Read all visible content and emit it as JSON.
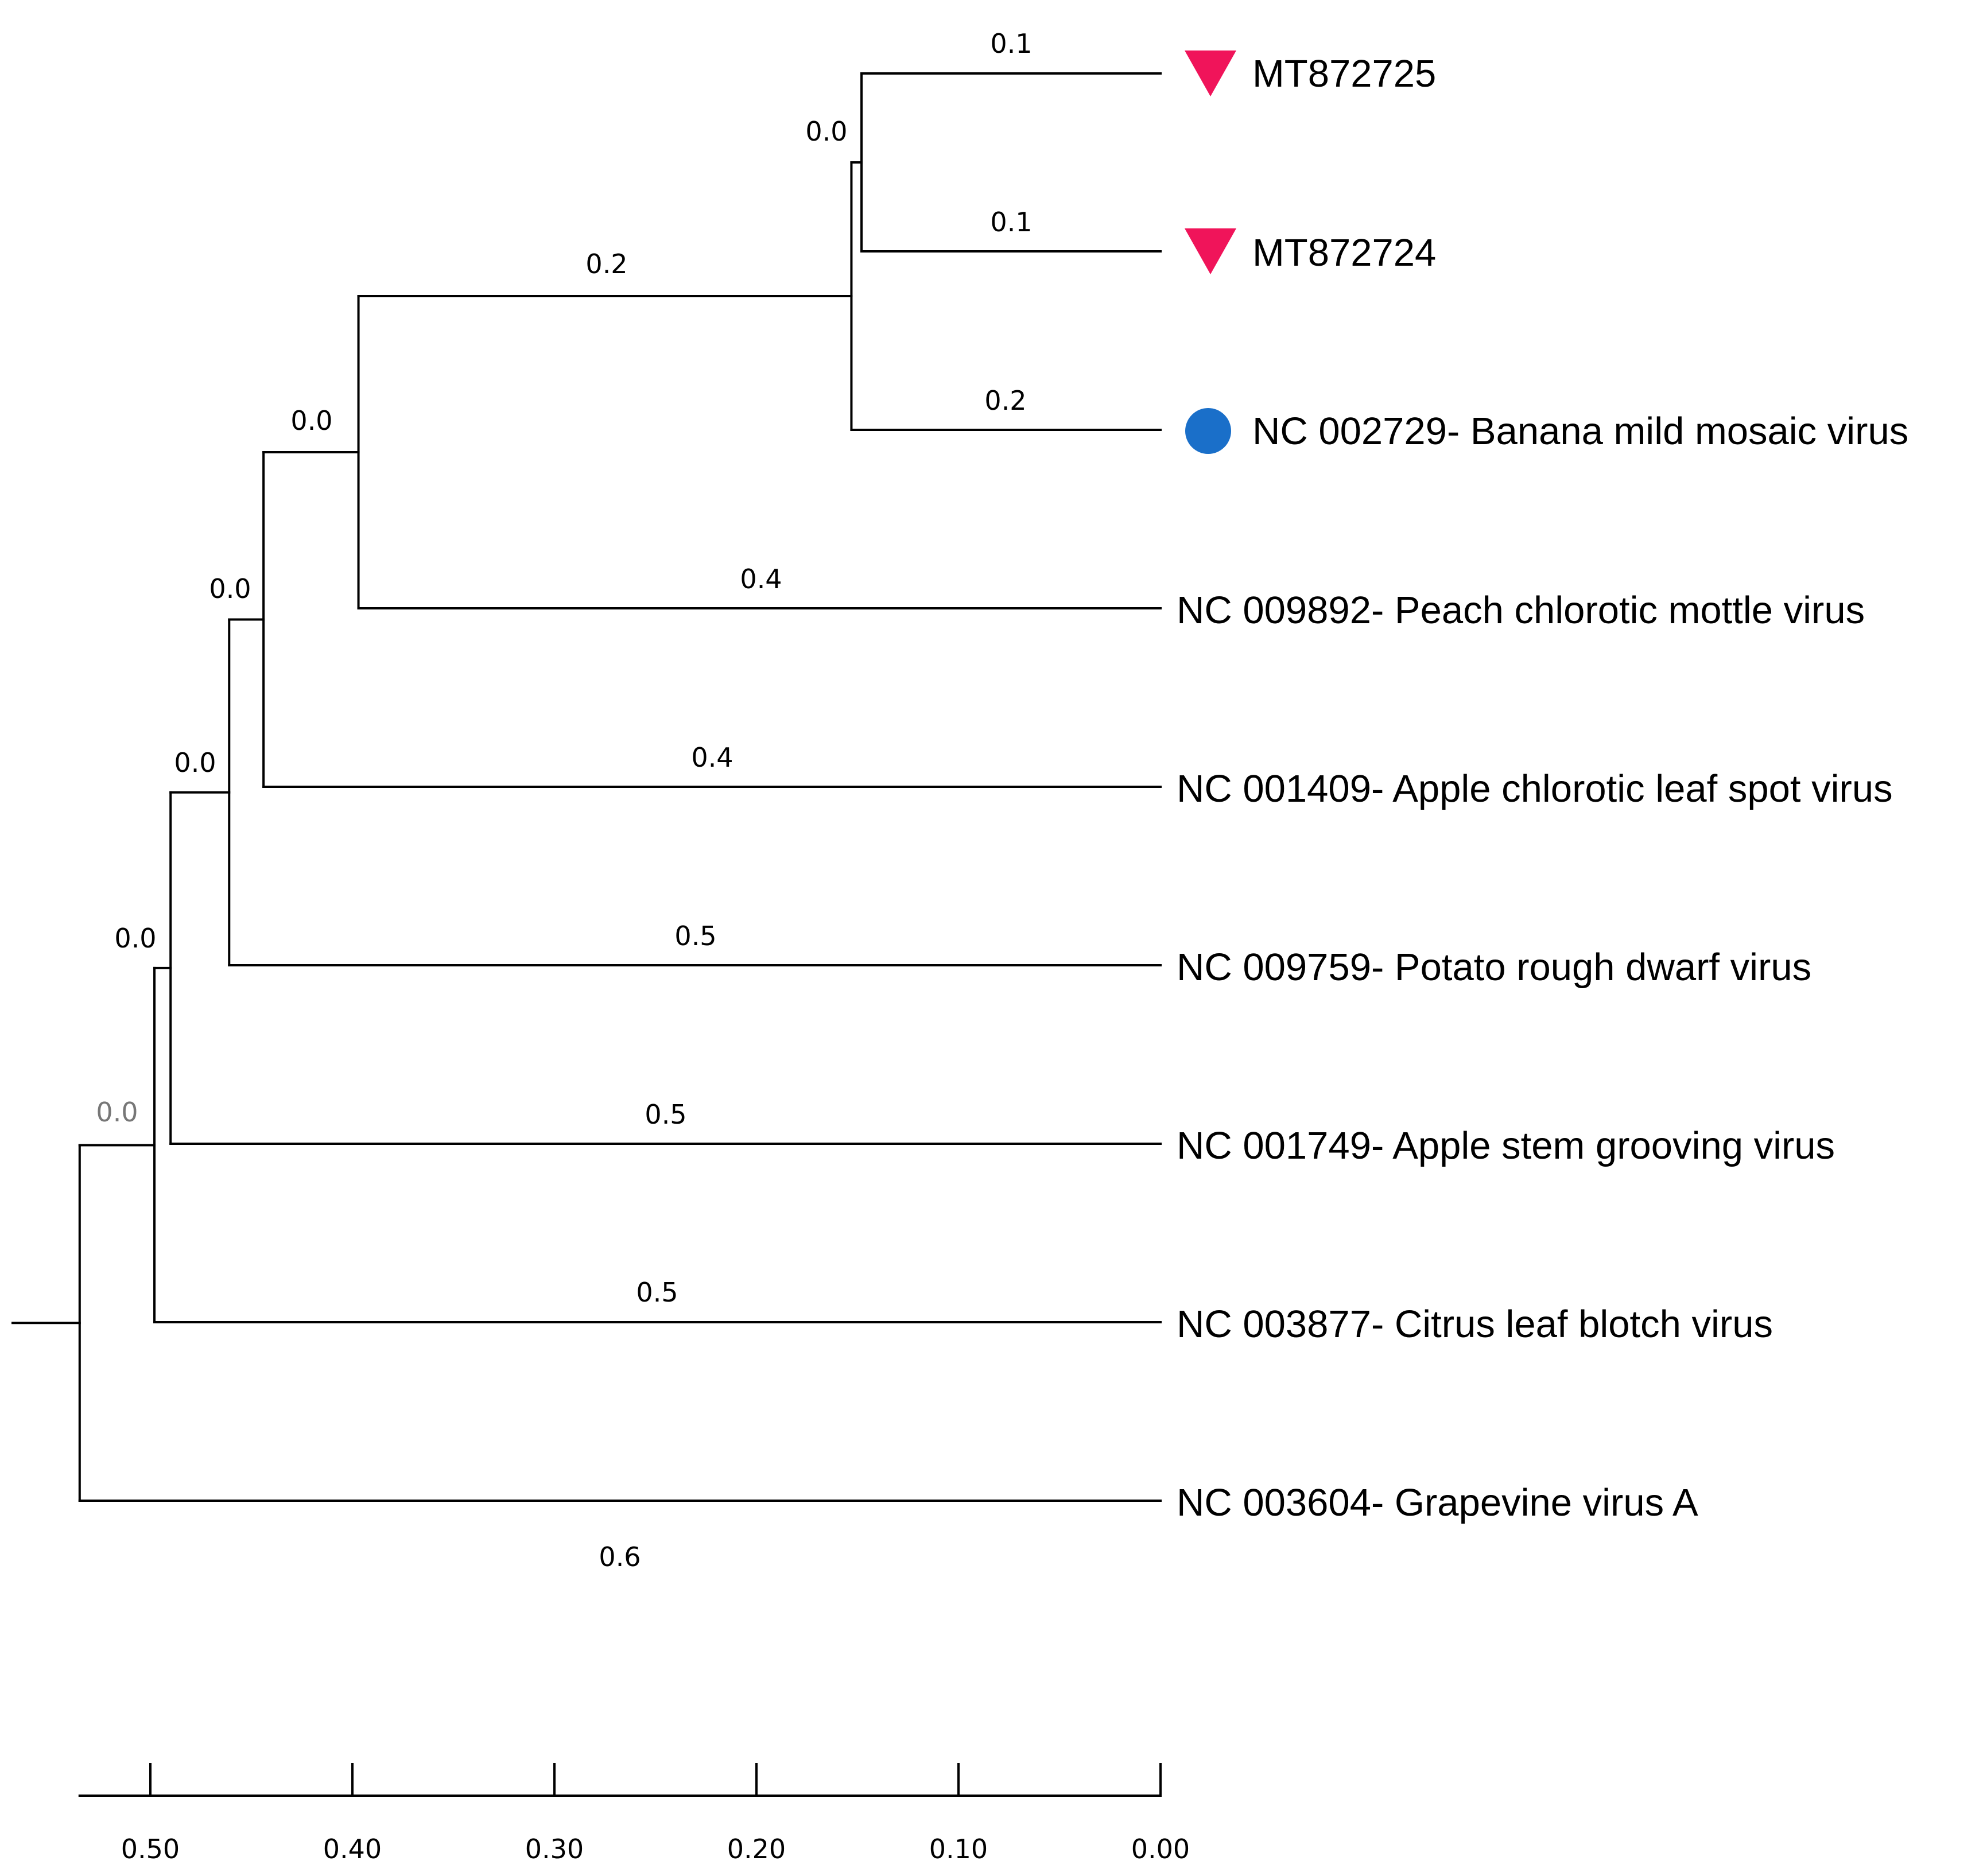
{
  "tree": {
    "taxa": [
      {
        "id": "mt872725",
        "label": "MT872725",
        "marker": "triangle-down",
        "marker_color": "#F0145A"
      },
      {
        "id": "mt872724",
        "label": "MT872724",
        "marker": "triangle-down",
        "marker_color": "#F0145A"
      },
      {
        "id": "nc002729",
        "label": "NC 002729- Banana mild mosaic virus",
        "marker": "circle",
        "marker_color": "#1A6FC9"
      },
      {
        "id": "nc009892",
        "label": "NC 009892- Peach chlorotic mottle virus",
        "marker": "none"
      },
      {
        "id": "nc001409",
        "label": "NC 001409- Apple chlorotic leaf spot virus",
        "marker": "none"
      },
      {
        "id": "nc009759",
        "label": "NC 009759- Potato rough dwarf virus",
        "marker": "none"
      },
      {
        "id": "nc001749",
        "label": "NC 001749- Apple stem grooving virus",
        "marker": "none"
      },
      {
        "id": "nc003877",
        "label": "NC 003877- Citrus leaf blotch virus",
        "marker": "none"
      },
      {
        "id": "nc003604",
        "label": "NC 003604- Grapevine virus A",
        "marker": "none"
      }
    ],
    "node_heights": {
      "root": 0.535,
      "n1": 0.498,
      "n2": 0.49,
      "n3": 0.461,
      "n4": 0.444,
      "n5": 0.397,
      "n6": 0.153,
      "n7": 0.148
    },
    "branch_labels": {
      "mt872725": "0.1",
      "mt872724": "0.1",
      "n7": "0.0",
      "nc002729": "0.2",
      "n6": "0.2",
      "n5": "0.0",
      "nc009892": "0.4",
      "n4": "0.0",
      "nc001409": "0.4",
      "n3": "0.0",
      "nc009759": "0.5",
      "n2": "0.0",
      "nc001749": "0.5",
      "n1": "0.0",
      "nc003877": "0.5",
      "nc003604": "0.6"
    },
    "scale_axis": {
      "ticks": [
        "0.50",
        "0.40",
        "0.30",
        "0.20",
        "0.10",
        "0.00"
      ],
      "tick_values": [
        0.5,
        0.4,
        0.3,
        0.2,
        0.1,
        0.0
      ],
      "range": [
        0.535,
        0.0
      ]
    }
  }
}
